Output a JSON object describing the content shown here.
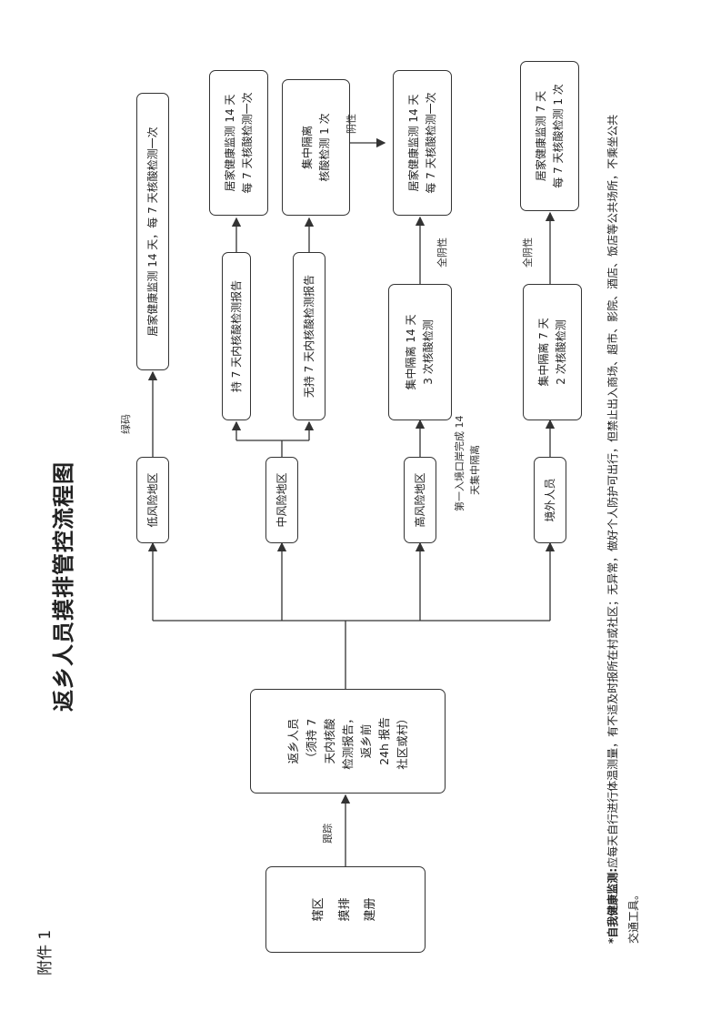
{
  "attachment": "附件 1",
  "title": "返乡人员摸排管控流程图",
  "boxes": {
    "register": [
      "辖区",
      "摸排",
      "建册"
    ],
    "returnee": [
      "返乡人员",
      "（须持 7",
      "天内核酸",
      "检测报告，",
      "返乡前",
      "24h 报告",
      "社区或村）"
    ],
    "low_risk": "低风险地区",
    "mid_risk": "中风险地区",
    "high_risk": "高风险地区",
    "overseas": "境外人员",
    "low_home": "居家健康监测 14 天，每 7 天核酸检测一次",
    "mid_with": "持 7 天内核酸检测报告",
    "mid_without": "无持 7 天内核酸检测报告",
    "mid_home": [
      "居家健康监测 14 天",
      "每 7 天核酸检测一次"
    ],
    "mid_central": [
      "集中隔离",
      "核酸检测 1 次"
    ],
    "high_central": [
      "集中隔离 14 天",
      "3 次核酸检测"
    ],
    "high_home": [
      "居家健康监测 14 天",
      "每 7 天核酸检测一次"
    ],
    "overseas_central": [
      "集中隔离 7 天",
      "2 次核酸检测"
    ],
    "overseas_home": [
      "居家健康监测 7 天",
      "每 7 天核酸检测 1 次"
    ]
  },
  "labels": {
    "track": "跟踪",
    "green_code": "绿码",
    "negative": "阴性",
    "all_negative_high": "全阴性",
    "all_negative_overseas": "全阴性",
    "first_entry": [
      "第一入境口岸完成 14",
      "天集中隔离"
    ]
  },
  "note": {
    "bold": "*自我健康监测:",
    "text": "应每天自行进行体温测量，有不适及时报所在村或社区；无异常，做好个人防护可出行，但禁止出入商场、超市、影院、酒店、饭店等公共场所，不乘坐公共交通工具。"
  },
  "colors": {
    "line": "#333333",
    "box_border": "#333333"
  }
}
